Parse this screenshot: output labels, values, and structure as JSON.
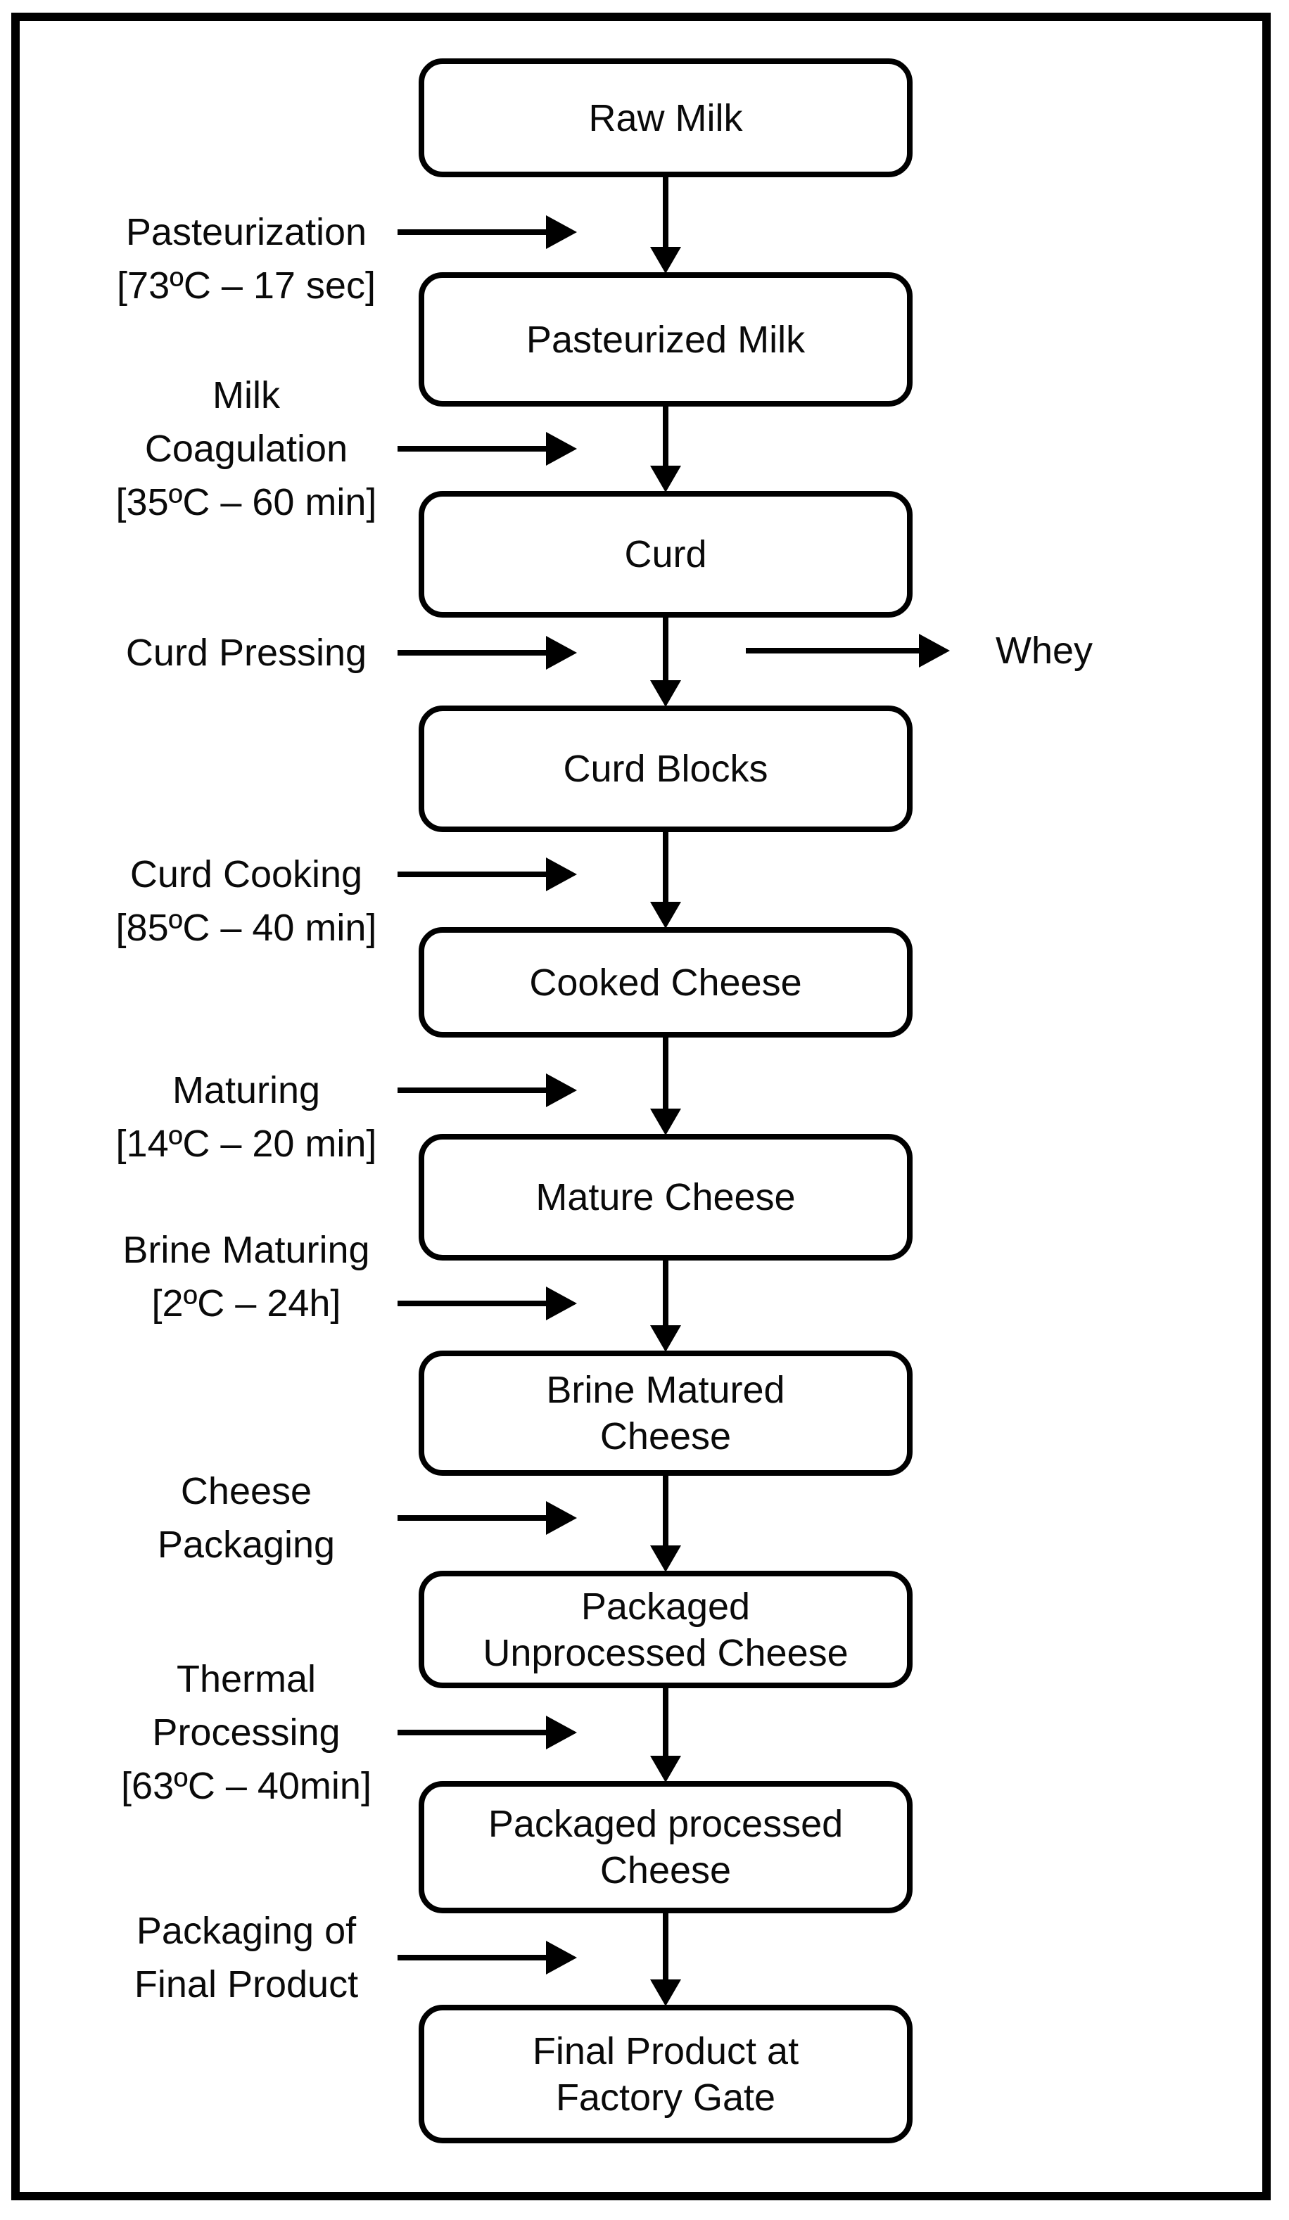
{
  "diagram": {
    "description": "Cheese production process flowchart",
    "colors": {
      "line": "#000000",
      "text": "#0a0a0a",
      "background": "#ffffff"
    },
    "nodes": [
      {
        "lines": [
          "Raw Milk"
        ]
      },
      {
        "lines": [
          "Pasteurized Milk"
        ]
      },
      {
        "lines": [
          "Curd"
        ]
      },
      {
        "lines": [
          "Curd Blocks"
        ]
      },
      {
        "lines": [
          "Cooked Cheese"
        ]
      },
      {
        "lines": [
          "Mature Cheese"
        ]
      },
      {
        "lines": [
          "Brine Matured",
          "Cheese"
        ]
      },
      {
        "lines": [
          "Packaged",
          "Unprocessed Cheese"
        ]
      },
      {
        "lines": [
          "Packaged processed",
          "Cheese"
        ]
      },
      {
        "lines": [
          "Final Product at",
          "Factory Gate"
        ]
      }
    ],
    "process_labels": [
      {
        "lines": [
          "Pasteurization",
          "[73ºC – 17 sec]"
        ]
      },
      {
        "lines": [
          "Milk",
          "Coagulation",
          "[35ºC – 60 min]"
        ]
      },
      {
        "lines": [
          "Curd Pressing"
        ]
      },
      {
        "lines": [
          "Curd Cooking",
          "[85ºC – 40 min]"
        ]
      },
      {
        "lines": [
          "Maturing",
          "[14ºC – 20 min]"
        ]
      },
      {
        "lines": [
          "Brine Maturing",
          "[2ºC – 24h]"
        ]
      },
      {
        "lines": [
          "Cheese",
          "Packaging"
        ]
      },
      {
        "lines": [
          "Thermal",
          "Processing",
          "[63ºC – 40min]"
        ]
      },
      {
        "lines": [
          "Packaging of",
          "Final Product"
        ]
      }
    ],
    "byproduct_label": "Whey"
  }
}
